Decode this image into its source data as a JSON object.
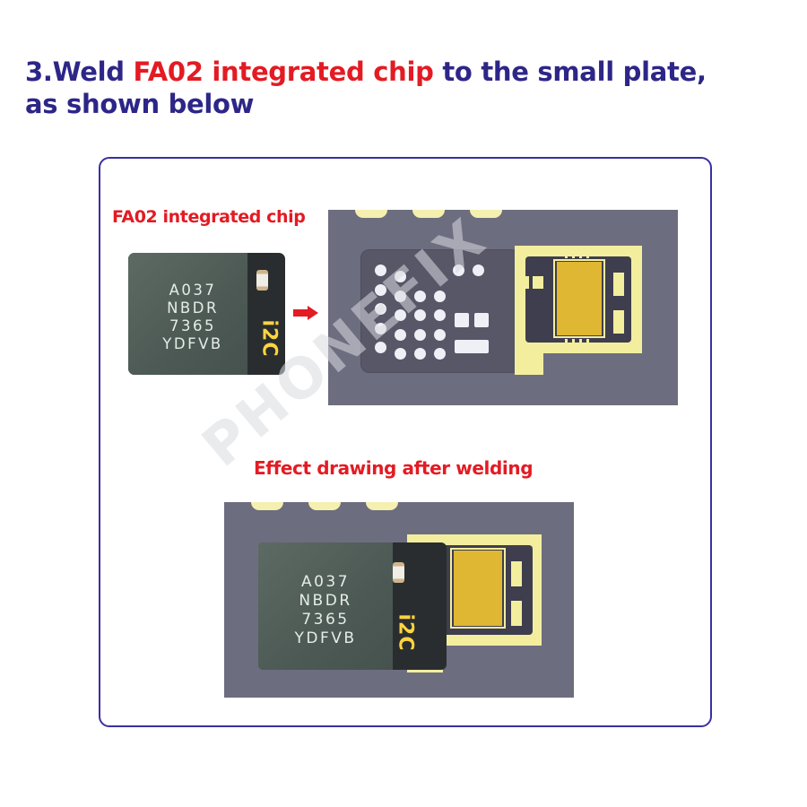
{
  "heading": {
    "prefix": "3.Weld ",
    "highlight": "FA02 integrated chip",
    "suffix": " to the small plate,",
    "line2": "as shown below"
  },
  "chip_caption": "FA02 integrated chip",
  "effect_caption": "Effect drawing after welding",
  "chip": {
    "markings": [
      "A037",
      "NBDR",
      "7365",
      "YDFVB"
    ],
    "flex_label": "i2C"
  },
  "watermark": "PHONEFIX",
  "colors": {
    "heading": "#2d2688",
    "highlight": "#e31b23",
    "frame": "#3a2fa0",
    "board": "#6d6d80",
    "gold": "#e0b732",
    "pcb_yellow": "#f3ee9e"
  }
}
